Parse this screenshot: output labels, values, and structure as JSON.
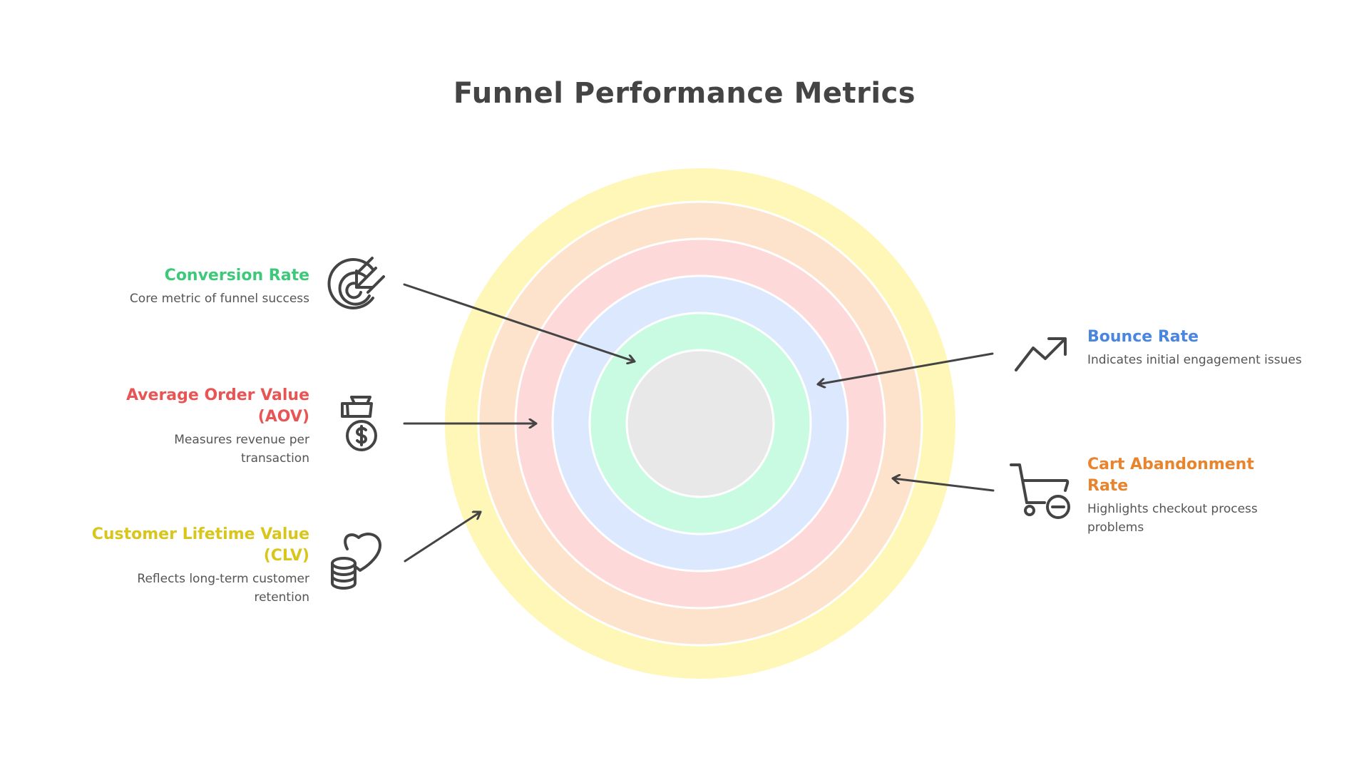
{
  "title": "Funnel Performance Metrics",
  "rings": [
    {
      "name": "outer-ring",
      "color": "#fff7b8",
      "radius": 358
    },
    {
      "name": "ring-2",
      "color": "#fde2cc",
      "radius": 310
    },
    {
      "name": "ring-3",
      "color": "#fed9d9",
      "radius": 258
    },
    {
      "name": "ring-4",
      "color": "#dbe8fd",
      "radius": 207
    },
    {
      "name": "ring-5",
      "color": "#c9fbe3",
      "radius": 155
    },
    {
      "name": "core",
      "color": "#e8e8e8",
      "radius": 103
    }
  ],
  "metrics": {
    "conversion": {
      "title": "Conversion Rate",
      "description": "Core metric of funnel success",
      "color": "#3ec97a",
      "icon": "target-arrow-icon"
    },
    "aov": {
      "title": "Average Order Value (AOV)",
      "description": "Measures revenue per transaction",
      "color": "#e85555",
      "icon": "money-bag-icon"
    },
    "clv": {
      "title": "Customer Lifetime Value (CLV)",
      "description": "Reflects long-term customer retention",
      "color": "#d9c61c",
      "icon": "coins-heart-icon"
    },
    "bounce": {
      "title": "Bounce Rate",
      "description": "Indicates initial engagement issues",
      "color": "#4a86e0",
      "icon": "trend-up-icon"
    },
    "cart": {
      "title": "Cart Abandonment Rate",
      "description": "Highlights checkout process problems",
      "color": "#e8832e",
      "icon": "cart-remove-icon"
    }
  }
}
